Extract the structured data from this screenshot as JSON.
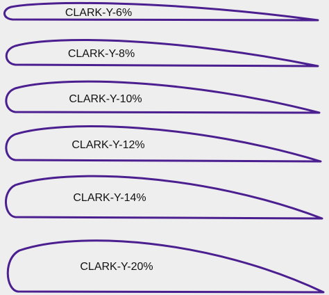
{
  "diagram": {
    "stroke_color": "#4b1f8f",
    "background_color": "#eeeeee",
    "airfoils": [
      {
        "label": "CLARK-Y-6%"
      },
      {
        "label": "CLARK-Y-8%"
      },
      {
        "label": "CLARK-Y-10%"
      },
      {
        "label": "CLARK-Y-12%"
      },
      {
        "label": "CLARK-Y-14%"
      },
      {
        "label": "CLARK-Y-20%"
      }
    ]
  }
}
